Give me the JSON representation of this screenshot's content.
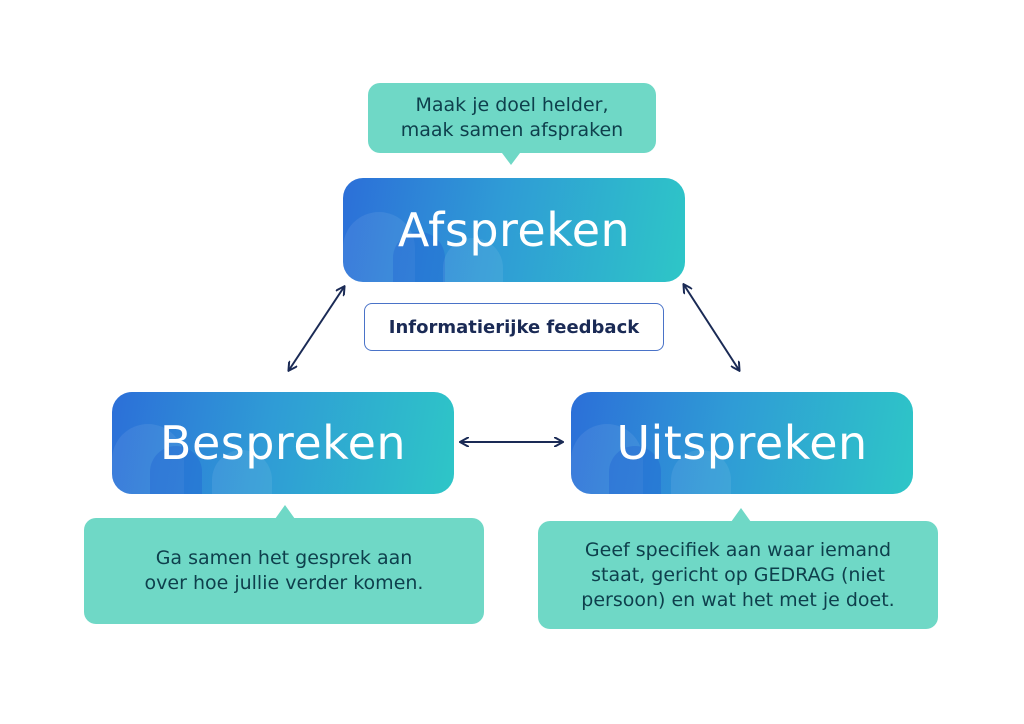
{
  "nodes": {
    "afspreken": "Afspreken",
    "bespreken": "Bespreken",
    "uitspreken": "Uitspreken"
  },
  "center_label": "Informatierijke feedback",
  "bubbles": {
    "afspreken": "Maak je doel helder,\nmaak samen afspraken",
    "bespreken": "Ga samen het gesprek aan\nover hoe jullie verder komen.",
    "uitspreken": "Geef specifiek aan waar iemand\nstaat, gericht op GEDRAG (niet\npersoon) en wat het met je doet."
  },
  "colors": {
    "box_gradient_start": "#2c6fd8",
    "box_gradient_end": "#2ec6c7",
    "bubble": "#6fd8c6",
    "arrow": "#1a2a55"
  }
}
